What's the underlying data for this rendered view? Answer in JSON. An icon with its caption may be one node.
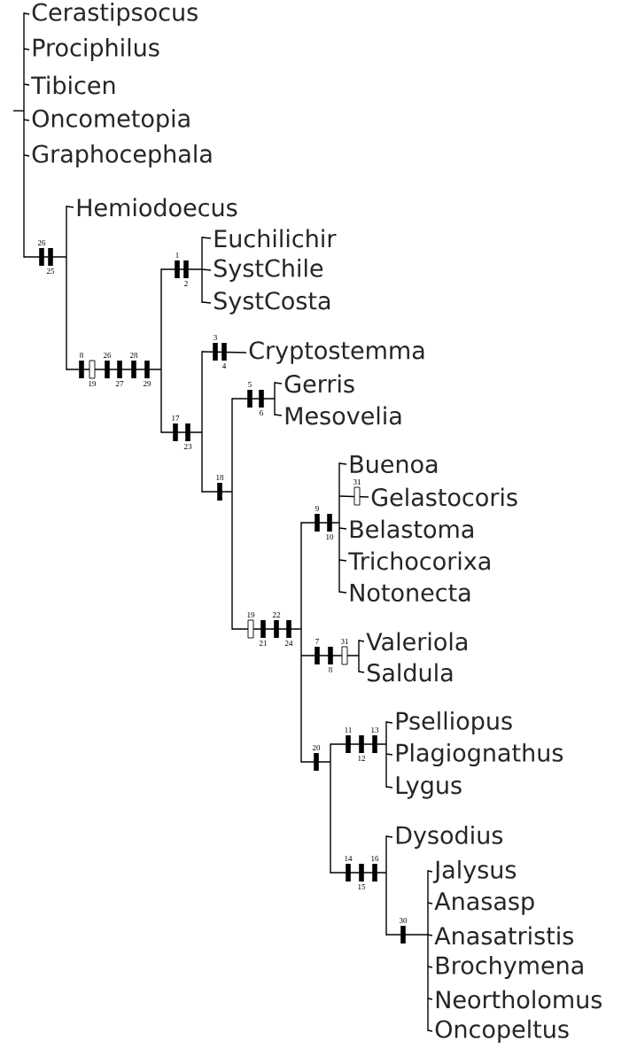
{
  "diagram": {
    "nodes": [
      {
        "text": [
          "Cerastipsocus"
        ]
      },
      {
        "text": [
          "Prociphilus"
        ]
      },
      {
        "text": [
          "Tibicen"
        ]
      },
      {
        "text": [
          "Oncometopia"
        ]
      },
      {
        "text": [
          "Graphocephala"
        ]
      },
      {
        "text": [
          "Hemiodoecus"
        ]
      },
      {
        "text": [
          "Euchilichir"
        ]
      },
      {
        "text": [
          "SystChile"
        ]
      },
      {
        "text": [
          "SystCosta"
        ]
      },
      {
        "text": [
          "Cryptostemma"
        ]
      },
      {
        "text": [
          "Gerris"
        ]
      },
      {
        "text": [
          "Mesovelia"
        ]
      },
      {
        "text": [
          "Buenoa"
        ]
      },
      {
        "text": [
          "Gelastocoris"
        ]
      },
      {
        "text": [
          "Belastoma"
        ]
      },
      {
        "text": [
          "Trichocorixa"
        ]
      },
      {
        "text": [
          "Notonecta"
        ]
      },
      {
        "text": [
          "Valeriola"
        ]
      },
      {
        "text": [
          "Saldula"
        ]
      },
      {
        "text": [
          "Pselliopus"
        ]
      },
      {
        "text": [
          "Plagiognathus"
        ]
      },
      {
        "text": [
          "Lygus"
        ]
      },
      {
        "text": [
          "Dysodius"
        ]
      },
      {
        "text": [
          "Jalysus"
        ]
      },
      {
        "text": [
          "Anasasp"
        ]
      },
      {
        "text": [
          "Anasatristis"
        ]
      },
      {
        "text": [
          "Brochymena"
        ]
      },
      {
        "text": [
          "Neortholomus"
        ]
      },
      {
        "text": [
          "Oncopeltus"
        ]
      },
      {
        "text": [],
        "shape": "bar"
      },
      {
        "text": [],
        "shape": "bar"
      },
      {
        "text": [],
        "shape": "bar"
      },
      {
        "text": [],
        "shape": "bar"
      },
      {
        "text": [],
        "shape": "bar"
      },
      {
        "text": [],
        "shape": "bar"
      },
      {
        "text": [],
        "shape": "bar"
      },
      {
        "text": [],
        "shape": "bar"
      },
      {
        "text": [],
        "shape": "bar"
      },
      {
        "text": [],
        "shape": "bar"
      },
      {
        "text": [],
        "shape": "bar"
      },
      {
        "text": [],
        "shape": "bar"
      },
      {
        "text": [],
        "shape": "bar"
      },
      {
        "text": [],
        "shape": "bar"
      }
    ],
    "edges": [
      {
        "from": null,
        "to": 29,
        "arrow": "none"
      },
      {
        "from": 29,
        "to": 0,
        "arrow": "none"
      },
      {
        "from": 29,
        "to": 1,
        "arrow": "none"
      },
      {
        "from": 29,
        "to": 2,
        "arrow": "none"
      },
      {
        "from": 29,
        "to": 3,
        "arrow": "none"
      },
      {
        "from": 29,
        "to": 4,
        "arrow": "none"
      },
      {
        "from": 29,
        "to": 30,
        "arrow": "none"
      },
      {
        "from": 30,
        "to": 5,
        "arrow": "none"
      },
      {
        "from": 30,
        "to": 31,
        "arrow": "none"
      },
      {
        "from": 31,
        "to": 32,
        "arrow": "none"
      },
      {
        "from": 31,
        "to": 33,
        "arrow": "none"
      },
      {
        "from": 32,
        "to": 6,
        "arrow": "none"
      },
      {
        "from": 32,
        "to": 7,
        "arrow": "none"
      },
      {
        "from": 32,
        "to": 8,
        "arrow": "none"
      },
      {
        "from": 33,
        "to": 9,
        "arrow": "none"
      },
      {
        "from": 33,
        "to": 34,
        "arrow": "none"
      },
      {
        "from": 34,
        "to": 35,
        "arrow": "none"
      },
      {
        "from": 34,
        "to": 36,
        "arrow": "none"
      },
      {
        "from": 35,
        "to": 10,
        "arrow": "none"
      },
      {
        "from": 35,
        "to": 11,
        "arrow": "none"
      },
      {
        "from": 36,
        "to": 37,
        "arrow": "none"
      },
      {
        "from": 36,
        "to": 38,
        "arrow": "none"
      },
      {
        "from": 36,
        "to": 39,
        "arrow": "none"
      },
      {
        "from": 37,
        "to": 12,
        "arrow": "none"
      },
      {
        "from": 37,
        "to": 13,
        "arrow": "none"
      },
      {
        "from": 37,
        "to": 14,
        "arrow": "none"
      },
      {
        "from": 37,
        "to": 15,
        "arrow": "none"
      },
      {
        "from": 37,
        "to": 16,
        "arrow": "none"
      },
      {
        "from": 38,
        "to": 17,
        "arrow": "none"
      },
      {
        "from": 38,
        "to": 18,
        "arrow": "none"
      },
      {
        "from": 39,
        "to": 40,
        "arrow": "none"
      },
      {
        "from": 39,
        "to": 41,
        "arrow": "none"
      },
      {
        "from": 40,
        "to": 19,
        "arrow": "none"
      },
      {
        "from": 40,
        "to": 20,
        "arrow": "none"
      },
      {
        "from": 40,
        "to": 21,
        "arrow": "none"
      },
      {
        "from": 41,
        "to": 22,
        "arrow": "none"
      },
      {
        "from": 41,
        "to": 42,
        "arrow": "none"
      },
      {
        "from": 42,
        "to": 23,
        "arrow": "none"
      },
      {
        "from": 42,
        "to": 24,
        "arrow": "none"
      },
      {
        "from": 42,
        "to": 25,
        "arrow": "none"
      },
      {
        "from": 42,
        "to": 26,
        "arrow": "none"
      },
      {
        "from": 42,
        "to": 27,
        "arrow": "none"
      },
      {
        "from": 42,
        "to": 28,
        "arrow": "none"
      }
    ],
    "labels": [
      "26",
      "25",
      "1",
      "2",
      "3",
      "4",
      "8",
      "19",
      "26",
      "27",
      "28",
      "29",
      "5",
      "6",
      "17",
      "23",
      "18",
      "31",
      "9",
      "10",
      "19",
      "21",
      "22",
      "24",
      "7",
      "8",
      "31",
      "11",
      "12",
      "13",
      "20",
      "14",
      "15",
      "16",
      "30"
    ]
  }
}
